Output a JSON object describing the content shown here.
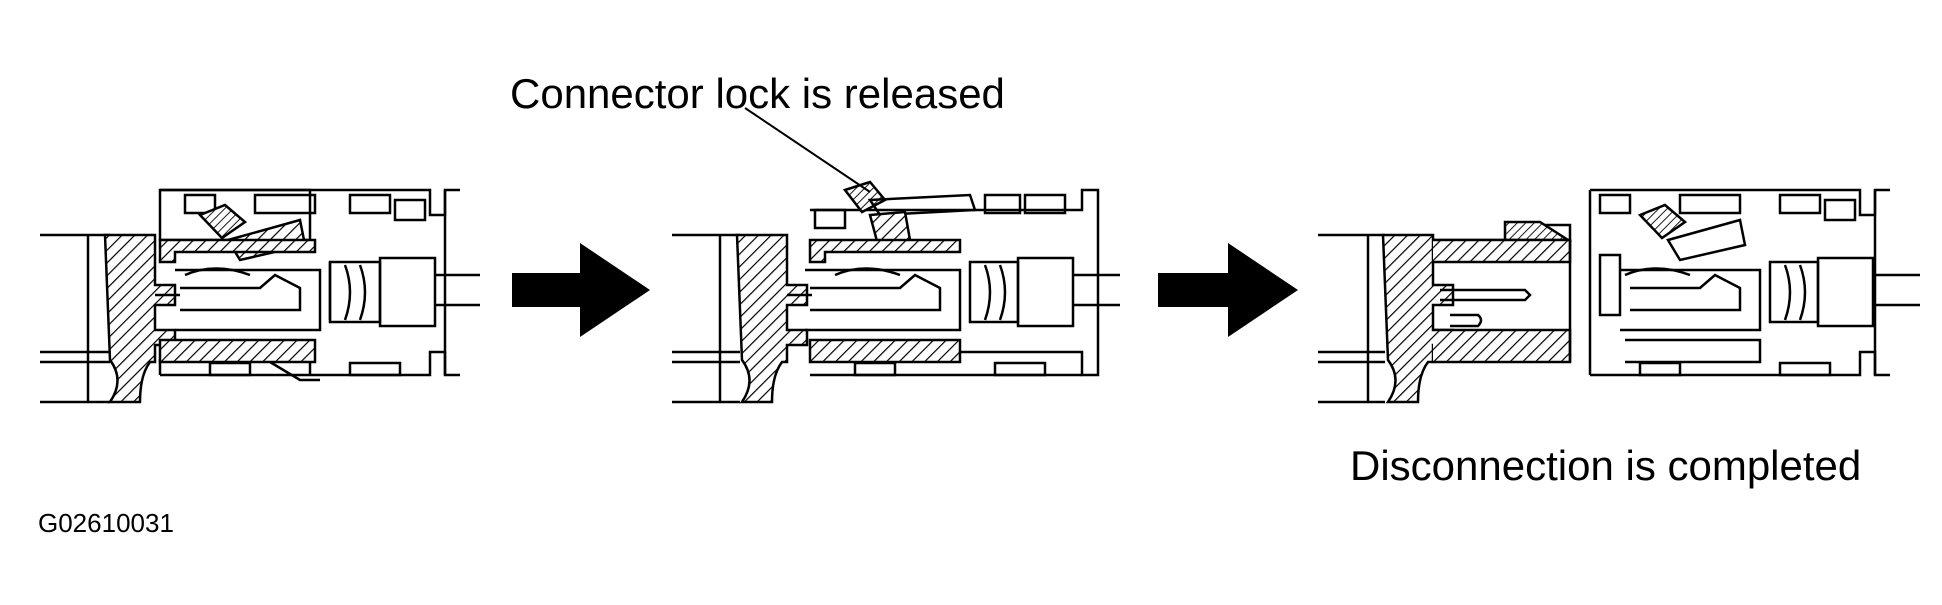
{
  "labels": {
    "lock_released": "Connector lock is released",
    "disconnection_completed": "Disconnection is completed",
    "figure_id": "G02610031"
  },
  "colors": {
    "ink": "#000000",
    "background": "#ffffff"
  },
  "steps": [
    {
      "state": "connected-locked"
    },
    {
      "state": "connected-lock-released"
    },
    {
      "state": "disconnected"
    }
  ]
}
